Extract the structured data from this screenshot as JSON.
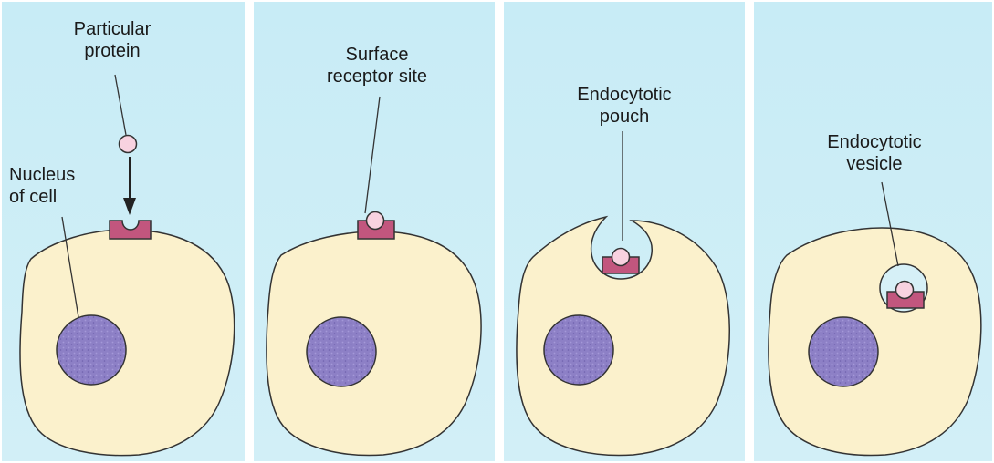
{
  "colors": {
    "panel_background": "#c8ecf6",
    "cell_fill": "#fbf1cc",
    "cell_outline": "#333333",
    "nucleus_fill": "#8d80c6",
    "receptor_fill": "#c2567e",
    "protein_fill": "#f8d2e0"
  },
  "panels": [
    {
      "step": 1,
      "labels": {
        "protein_label": "Particular\nprotein",
        "nucleus_label": "Nucleus\nof cell"
      }
    },
    {
      "step": 2,
      "labels": {
        "receptor_label": "Surface\nreceptor site"
      }
    },
    {
      "step": 3,
      "labels": {
        "pouch_label": "Endocytotic\npouch"
      }
    },
    {
      "step": 4,
      "labels": {
        "vesicle_label": "Endocytotic\nvesicle"
      }
    }
  ]
}
